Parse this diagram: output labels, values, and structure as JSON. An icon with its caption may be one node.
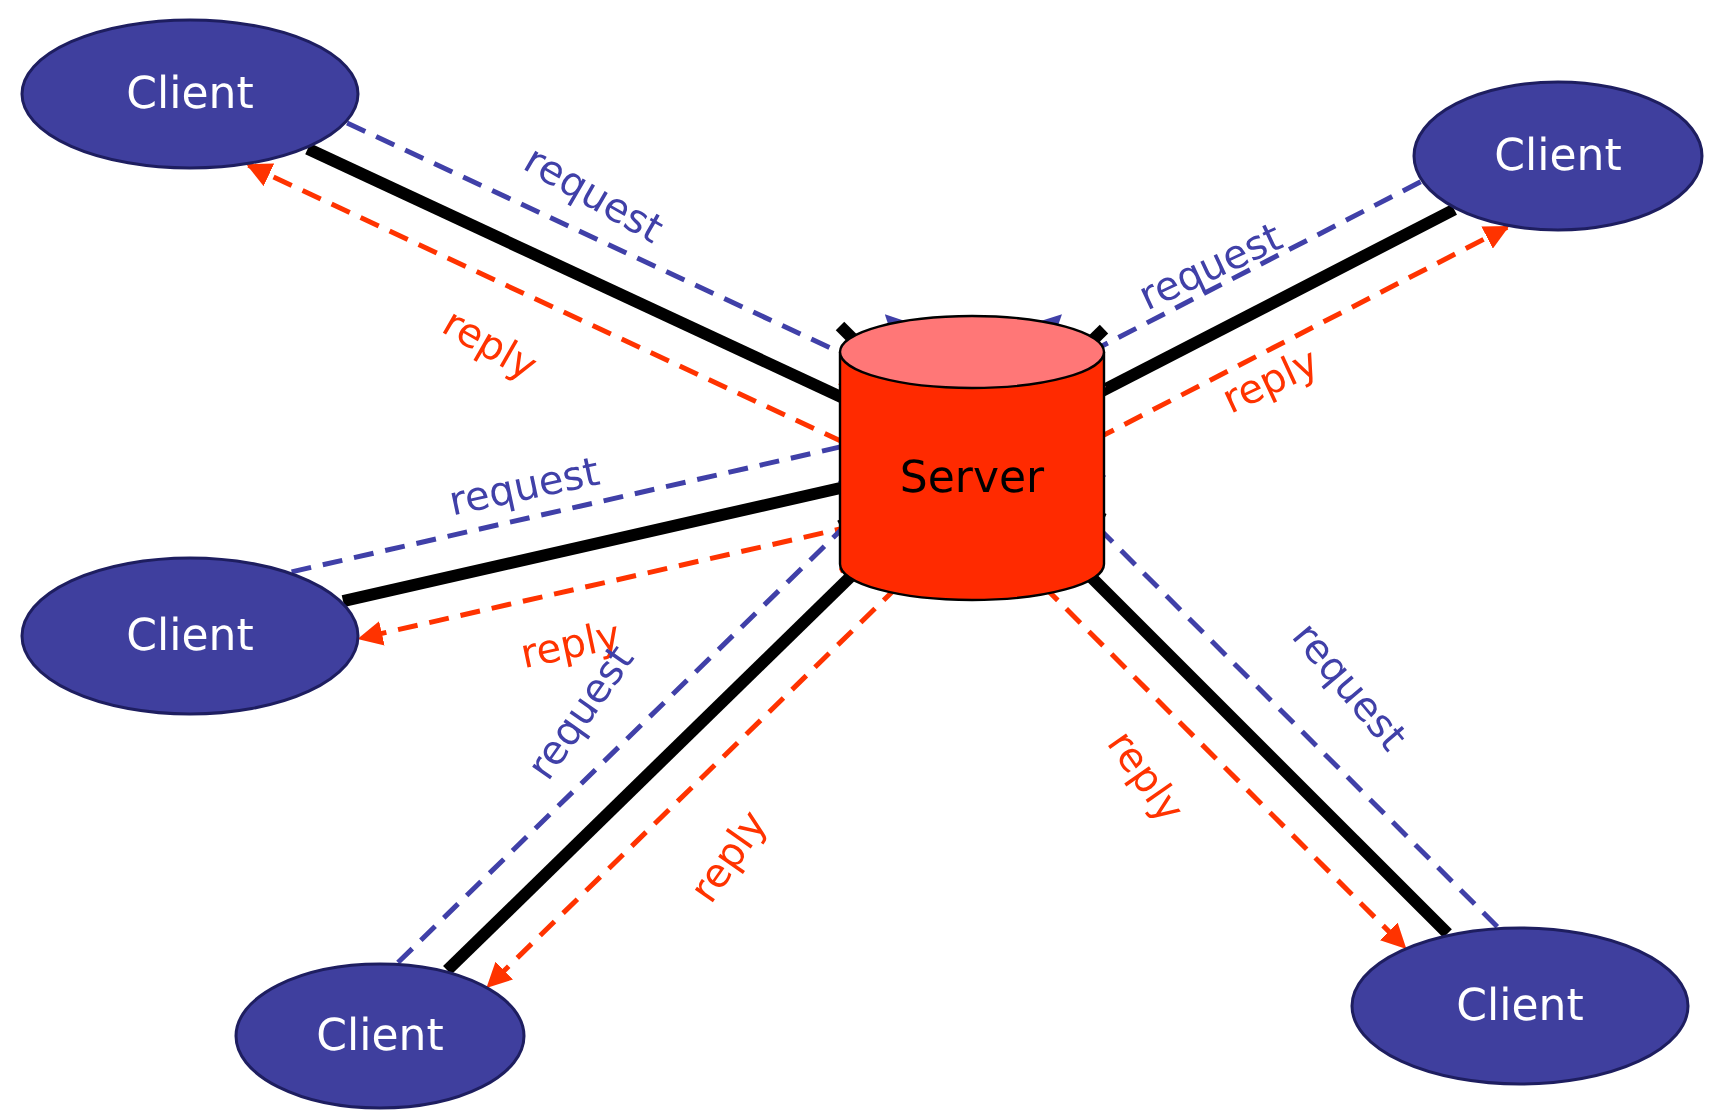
{
  "diagram": {
    "nodes": [
      {
        "text": [
          "Client"
        ]
      },
      {
        "text": [
          "Client"
        ]
      },
      {
        "text": [
          "Server"
        ]
      },
      {
        "text": [
          "Client"
        ]
      },
      {
        "text": [
          "Client"
        ]
      },
      {
        "text": [
          "Client"
        ]
      }
    ],
    "edges": [
      {
        "from": 0,
        "to": 2,
        "arrow": "none",
        "style": "thick"
      },
      {
        "from": 0,
        "to": 2,
        "arrow": "to",
        "label": "request",
        "style": "dashed",
        "color": "#4040a8"
      },
      {
        "from": 2,
        "to": 0,
        "arrow": "to",
        "label": "reply",
        "style": "dashed",
        "color": "#ff3300"
      },
      {
        "from": 1,
        "to": 2,
        "arrow": "none",
        "style": "thick"
      },
      {
        "from": 1,
        "to": 2,
        "arrow": "to",
        "label": "request",
        "style": "dashed",
        "color": "#4040a8"
      },
      {
        "from": 2,
        "to": 1,
        "arrow": "to",
        "label": "reply",
        "style": "dashed",
        "color": "#ff3300"
      },
      {
        "from": 3,
        "to": 2,
        "arrow": "none",
        "style": "thick"
      },
      {
        "from": 3,
        "to": 2,
        "arrow": "to",
        "label": "request",
        "style": "dashed",
        "color": "#4040a8"
      },
      {
        "from": 2,
        "to": 3,
        "arrow": "to",
        "label": "reply",
        "style": "dashed",
        "color": "#ff3300"
      },
      {
        "from": 4,
        "to": 2,
        "arrow": "none",
        "style": "thick"
      },
      {
        "from": 4,
        "to": 2,
        "arrow": "to",
        "label": "request",
        "style": "dashed",
        "color": "#4040a8"
      },
      {
        "from": 2,
        "to": 4,
        "arrow": "to",
        "label": "reply",
        "style": "dashed",
        "color": "#ff3300"
      },
      {
        "from": 5,
        "to": 2,
        "arrow": "none",
        "style": "thick"
      },
      {
        "from": 5,
        "to": 2,
        "arrow": "to",
        "label": "request",
        "style": "dashed",
        "color": "#4040a8"
      },
      {
        "from": 2,
        "to": 5,
        "arrow": "to",
        "label": "reply",
        "style": "dashed",
        "color": "#ff3300"
      }
    ]
  }
}
